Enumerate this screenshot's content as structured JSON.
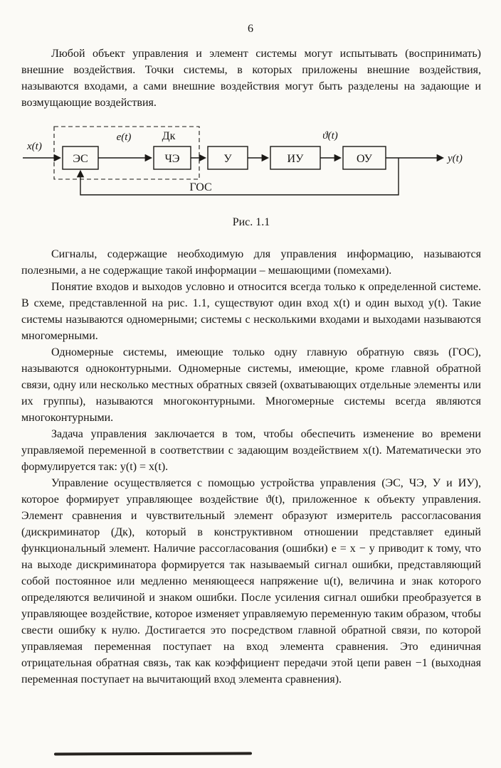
{
  "page_number": "6",
  "body": {
    "p1": "Любой объект управления и элемент системы могут испытывать (воспринимать) внешние воздействия. Точки системы, в которых приложены внешние воздействия, называются входами, а сами внешние воздействия могут быть разделены на задающие и возмущающие воздействия.",
    "p2": "Сигналы, содержащие необходимую для управления информацию, называются полезными, а не содержащие такой информации – мешающими (помехами).",
    "p3": "Понятие входов и выходов условно и относится всегда только к определенной системе. В схеме, представленной на рис. 1.1, существуют один вход x(t) и один выход y(t). Такие системы называются одномерными; системы с несколькими входами и выходами называются многомерными.",
    "p4": "Одномерные системы, имеющие только одну главную обратную связь (ГОС), называются одноконтурными. Одномерные системы, имеющие, кроме главной обратной связи, одну или несколько местных обратных связей (охватывающих отдельные элементы или их группы), называются многоконтурными. Многомерные системы всегда являются многоконтурными.",
    "p5": "Задача управления заключается в том, чтобы обеспечить изменение во времени управляемой переменной в соответствии с задающим воздействием x(t). Математически это формулируется так: y(t) = x(t).",
    "p6": "Управление осуществляется с помощью устройства управления (ЭС, ЧЭ, У и ИУ), которое формирует управляющее воздействие ϑ(t), приложенное к объекту управления. Элемент сравнения и чувствительный элемент образуют измеритель рассогласования (дискриминатор (Дк), который в конструктивном отношении представляет единый функциональный элемент. Наличие рассогласования (ошибки) e = x − y приводит к тому, что на выходе дискриминатора формируется так называемый сигнал ошибки, представляющий собой постоянное или медленно меняющееся напряжение u(t), величина и знак которого определяются величиной и знаком ошибки. После усиления сигнал ошибки преобразуется в управляющее воздействие, которое изменяет управляемую переменную таким образом, чтобы свести ошибку к нулю. Достигается это посредством главной обратной связи, по которой управляемая переменная поступает на вход элемента сравнения. Это единичная отрицательная обратная связь, так как коэффициент передачи этой цепи равен −1 (выходная переменная поступает на вычитающий вход элемента сравнения)."
  },
  "figure": {
    "caption": "Рис. 1.1",
    "blocks": [
      "ЭС",
      "ЧЭ",
      "У",
      "ИУ",
      "ОУ"
    ],
    "labels": {
      "input": "x(t)",
      "error": "e(t)",
      "discriminator": "Дк",
      "control": "ϑ(t)",
      "output": "y(t)",
      "feedback": "ГОС"
    }
  }
}
